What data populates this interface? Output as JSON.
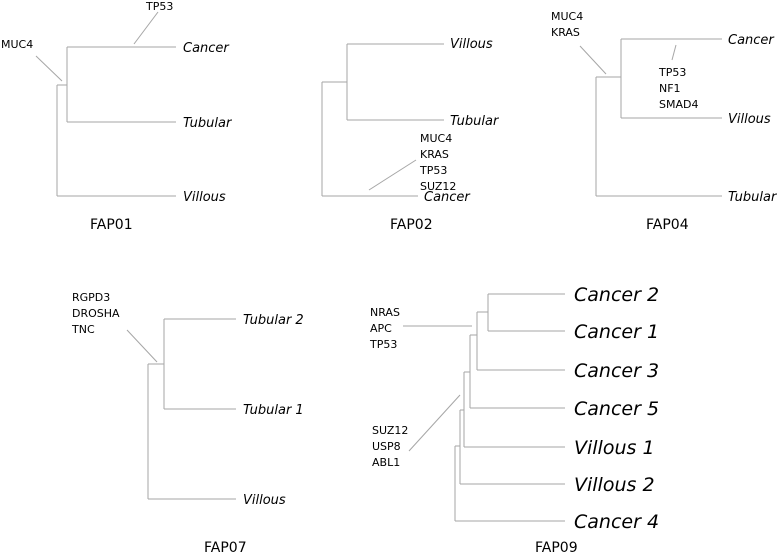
{
  "trees": [
    {
      "title": "FAP01",
      "leaves": [
        "Cancer",
        "Tubular",
        "Villous"
      ],
      "mutation_groups": [
        [
          "TP53"
        ],
        [
          "MUC4"
        ]
      ]
    },
    {
      "title": "FAP02",
      "leaves": [
        "Villous",
        "Tubular",
        "Cancer"
      ],
      "mutation_groups": [
        [
          "MUC4",
          "KRAS",
          "TP53",
          "SUZ12"
        ]
      ]
    },
    {
      "title": "FAP04",
      "leaves": [
        "Cancer",
        "Villous",
        "Tubular"
      ],
      "mutation_groups": [
        [
          "MUC4",
          "KRAS"
        ],
        [
          "TP53",
          "NF1",
          "SMAD4"
        ]
      ]
    },
    {
      "title": "FAP07",
      "leaves": [
        "Tubular 2",
        "Tubular 1",
        "Villous"
      ],
      "mutation_groups": [
        [
          "RGPD3",
          "DROSHA",
          "TNC"
        ]
      ]
    },
    {
      "title": "FAP09",
      "leaves": [
        "Cancer 2",
        "Cancer 1",
        "Cancer 3",
        "Cancer 5",
        "Villous 1",
        "Villous 2",
        "Cancer 4"
      ],
      "mutation_groups": [
        [
          "NRAS",
          "APC",
          "TP53"
        ],
        [
          "SUZ12",
          "USP8",
          "ABL1"
        ]
      ]
    }
  ]
}
